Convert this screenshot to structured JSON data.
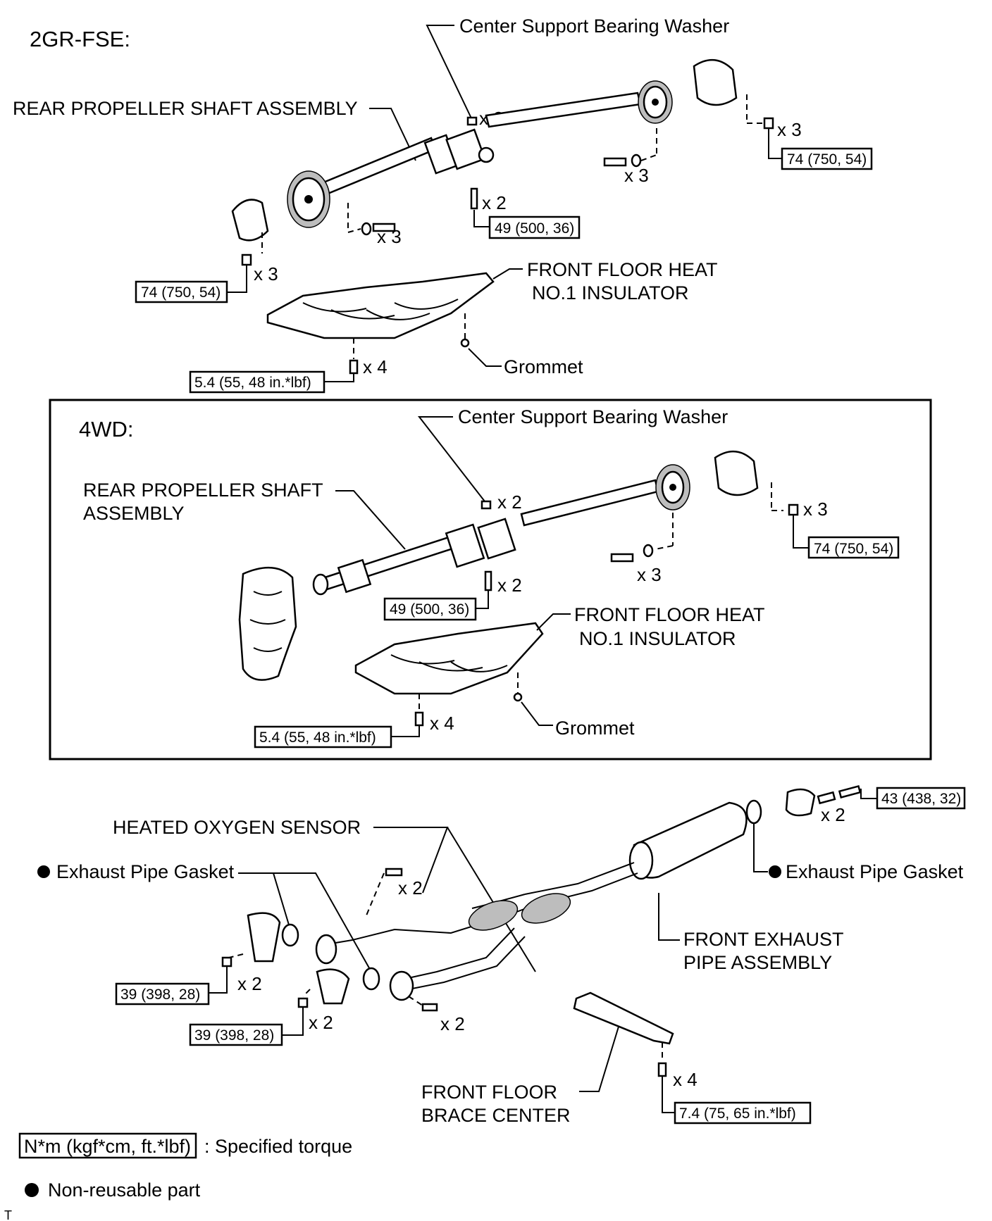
{
  "sections": {
    "gr": {
      "title": "2GR-FSE:"
    },
    "wd": {
      "title": "4WD:"
    }
  },
  "labels": {
    "center_washer": "Center Support Bearing Washer",
    "rear_shaft": "REAR PROPELLER SHAFT ASSEMBLY",
    "rear_shaft_l1": "REAR PROPELLER SHAFT",
    "rear_shaft_l2": "ASSEMBLY",
    "insulator_l1": "FRONT FLOOR HEAT",
    "insulator_l2": "NO.1 INSULATOR",
    "grommet": "Grommet",
    "oxygen_sensor": "HEATED OXYGEN SENSOR",
    "gasket": "Exhaust Pipe Gasket",
    "front_exhaust_l1": "FRONT EXHAUST",
    "front_exhaust_l2": "PIPE ASSEMBLY",
    "brace_l1": "FRONT FLOOR",
    "brace_l2": "BRACE CENTER"
  },
  "torques": {
    "t74": "74 (750, 54)",
    "t49": "49 (500, 36)",
    "t54": "5.4 (55, 48 in.*lbf)",
    "t43": "43 (438, 32)",
    "t39": "39 (398, 28)",
    "t74b": "7.4 (75, 65 in.*lbf)"
  },
  "quantities": {
    "x2": "x 2",
    "x3": "x 3",
    "x4": "x 4"
  },
  "legend": {
    "unit": "N*m (kgf*cm, ft.*lbf)",
    "unit_desc": ": Specified torque",
    "nonreusable": "Non-reusable part"
  },
  "footer": {
    "code": "T"
  }
}
